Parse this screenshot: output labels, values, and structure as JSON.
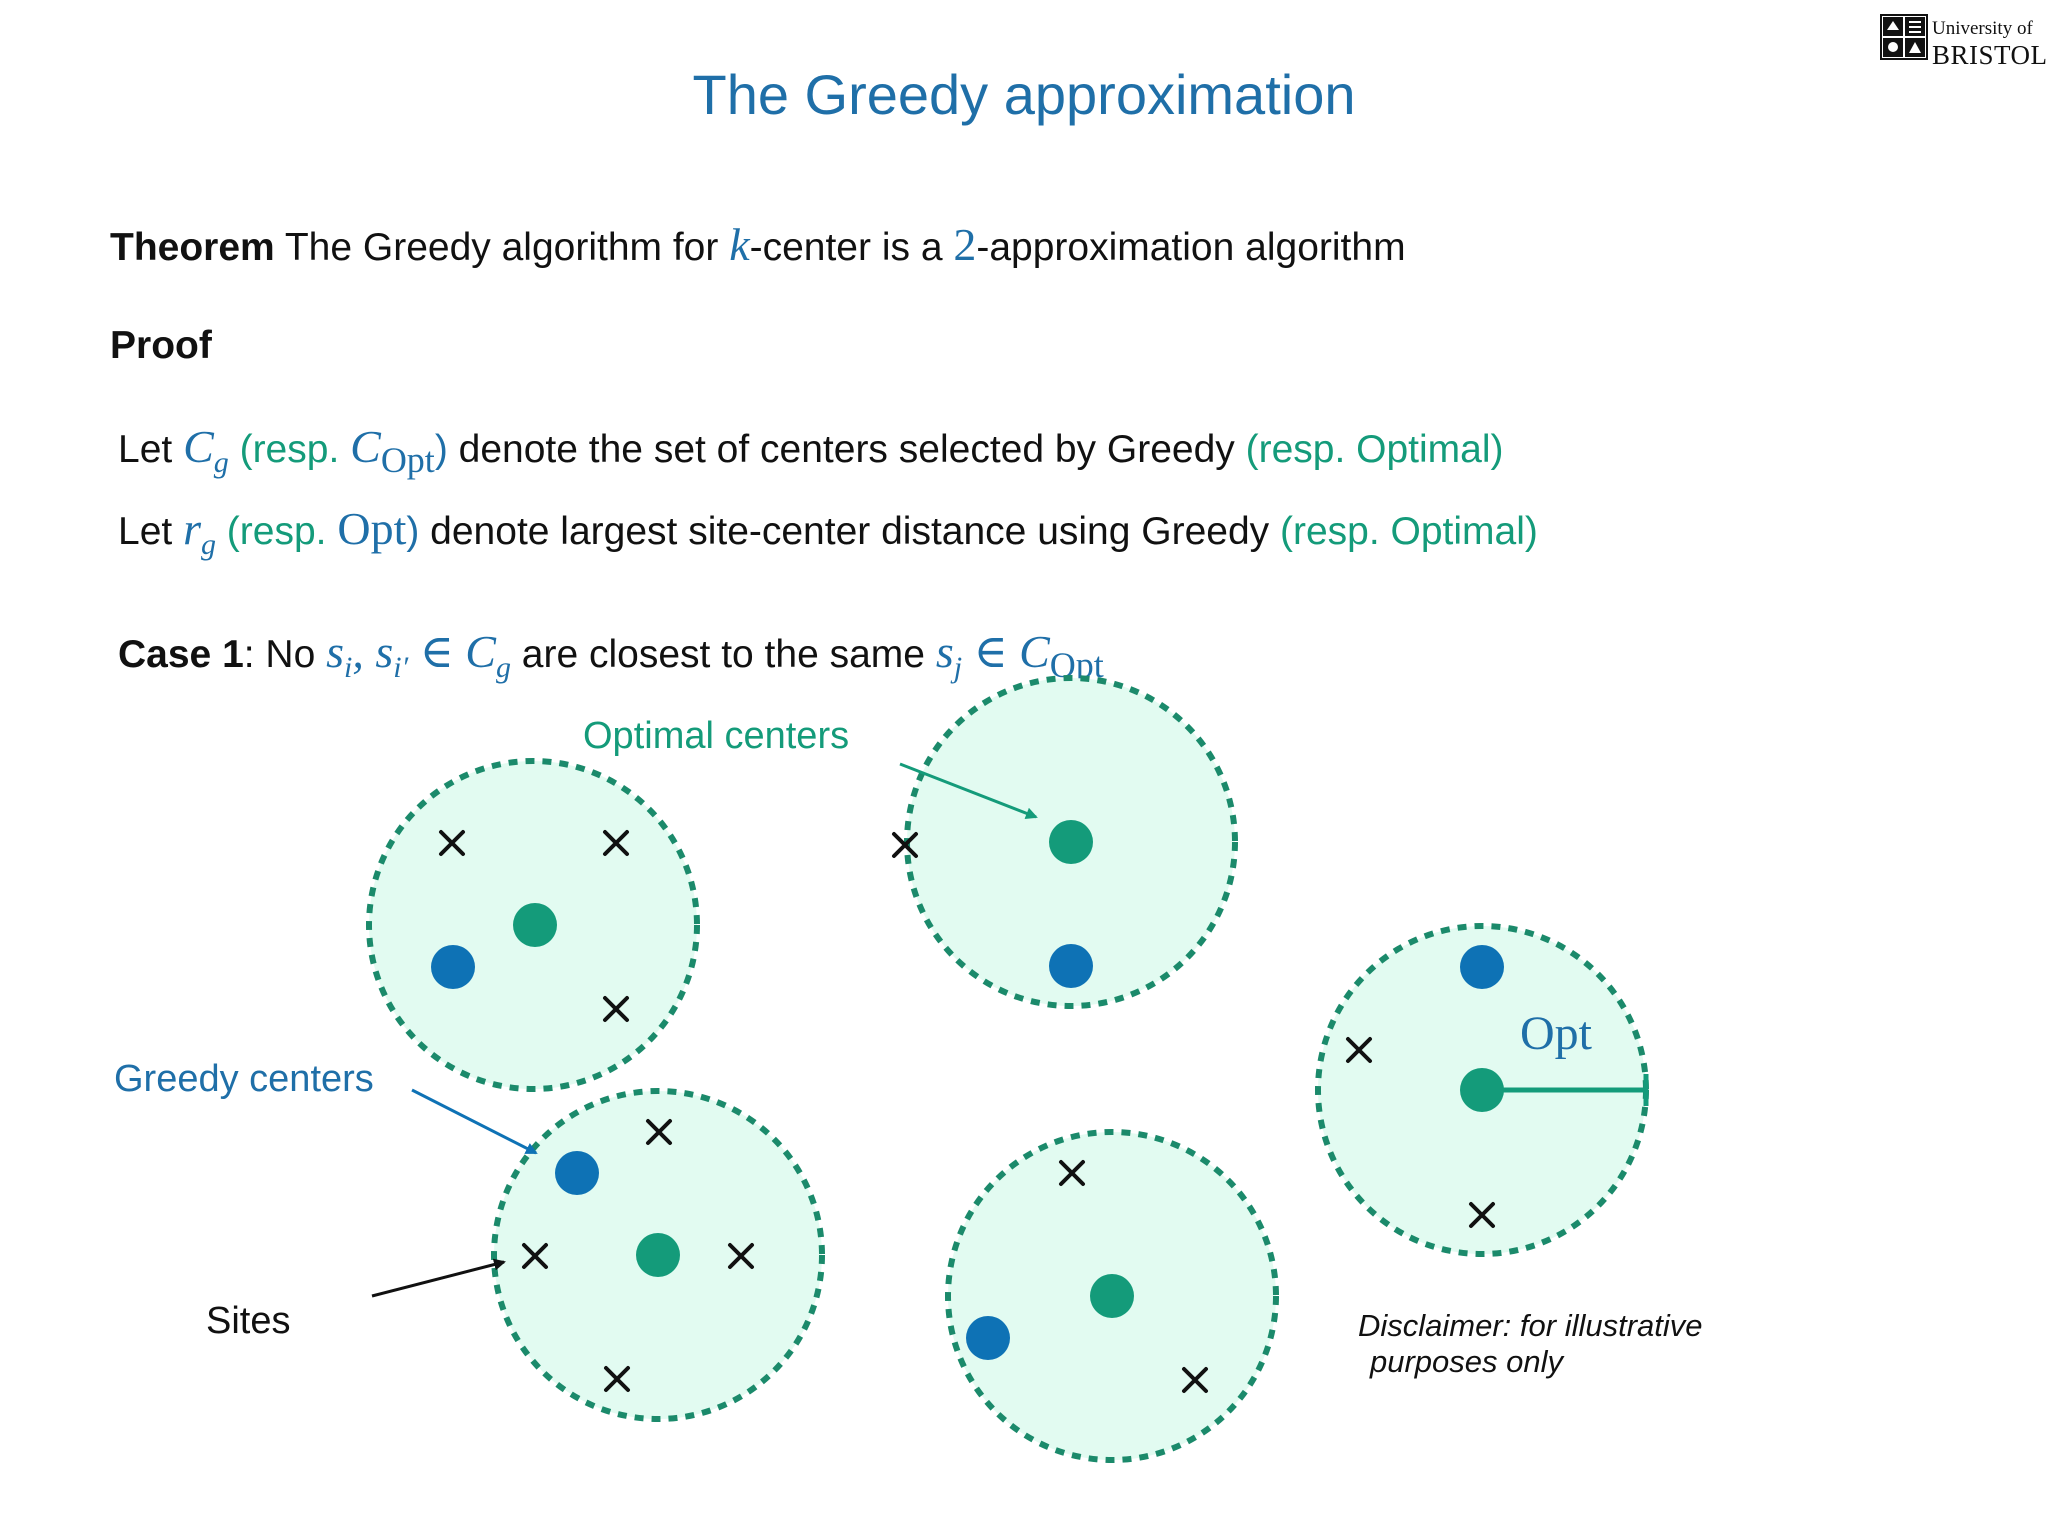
{
  "slide": {
    "title": "The Greedy approximation",
    "logo": {
      "line1": "University of",
      "line2": "BRISTOL"
    },
    "theorem": {
      "label": "Theorem",
      "text1": " The Greedy algorithm for ",
      "k": "k",
      "text2": "-center is a ",
      "two": "2",
      "text3": "-approximation algorithm"
    },
    "proof_label": "Proof",
    "line1": {
      "let": "Let ",
      "C": "C",
      "g": "g",
      "resp_open": " (resp. ",
      "C2": "C",
      "opt_sub": "Opt",
      "resp_close": ")",
      "rest": " denote the set of centers selected by Greedy ",
      "resp_optimal": "(resp. Optimal)"
    },
    "line2": {
      "let": "Let ",
      "r": "r",
      "g": "g",
      "resp_open": " (resp. ",
      "opt": "Opt",
      "resp_close": ")",
      "rest": " denote largest site-center distance using Greedy ",
      "resp_optimal": "(resp. Optimal)"
    },
    "case1": {
      "label": "Case 1",
      "colon_no": ": No ",
      "math1": "s",
      "i": "i",
      "comma": ", s",
      "iprime": "i′",
      "in": " ∈ C",
      "g": "g",
      "middle": " are closest to the same ",
      "math2": "s",
      "j": "j",
      "in2": " ∈ C",
      "opt_sub": "Opt"
    },
    "diagram_labels": {
      "optimal_centers": "Optimal centers",
      "greedy_centers": "Greedy centers",
      "sites": "Sites",
      "opt_radius": "Opt",
      "disclaimer_line1": "Disclaimer: for illustrative",
      "disclaimer_line2": "purposes only"
    },
    "colors": {
      "title_blue": "#1f6fa8",
      "greedy_blue": "#0e72b5",
      "optimal_green": "#149b7a",
      "disk_fill": "#e2fbf1",
      "disk_border": "#1b8a6b",
      "site_cross": "#111111"
    },
    "icons": [
      "bristol-crest-icon",
      "cross-site-icon",
      "arrow-icon"
    ]
  }
}
